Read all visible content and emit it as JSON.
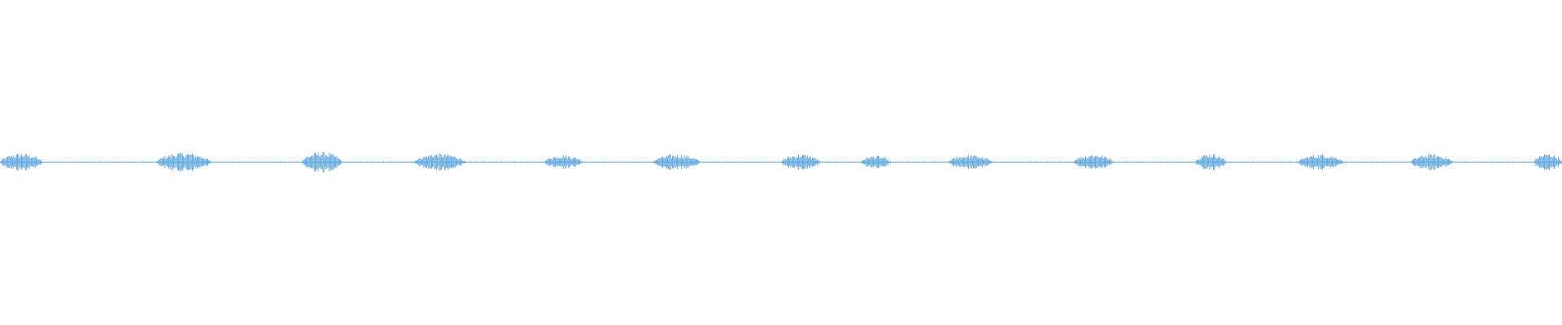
{
  "waveform": {
    "color": "#5aa4dc",
    "background": "#ffffff",
    "segments": [
      {
        "start": 0.0,
        "end": 0.027,
        "amplitude": 0.055
      },
      {
        "start": 0.1,
        "end": 0.135,
        "amplitude": 0.06
      },
      {
        "start": 0.193,
        "end": 0.219,
        "amplitude": 0.065
      },
      {
        "start": 0.265,
        "end": 0.298,
        "amplitude": 0.055
      },
      {
        "start": 0.348,
        "end": 0.373,
        "amplitude": 0.045
      },
      {
        "start": 0.418,
        "end": 0.448,
        "amplitude": 0.05
      },
      {
        "start": 0.5,
        "end": 0.525,
        "amplitude": 0.05
      },
      {
        "start": 0.551,
        "end": 0.57,
        "amplitude": 0.04
      },
      {
        "start": 0.607,
        "end": 0.635,
        "amplitude": 0.045
      },
      {
        "start": 0.687,
        "end": 0.713,
        "amplitude": 0.05
      },
      {
        "start": 0.765,
        "end": 0.785,
        "amplitude": 0.055
      },
      {
        "start": 0.831,
        "end": 0.86,
        "amplitude": 0.05
      },
      {
        "start": 0.903,
        "end": 0.93,
        "amplitude": 0.05
      },
      {
        "start": 0.982,
        "end": 1.0,
        "amplitude": 0.055
      }
    ]
  }
}
